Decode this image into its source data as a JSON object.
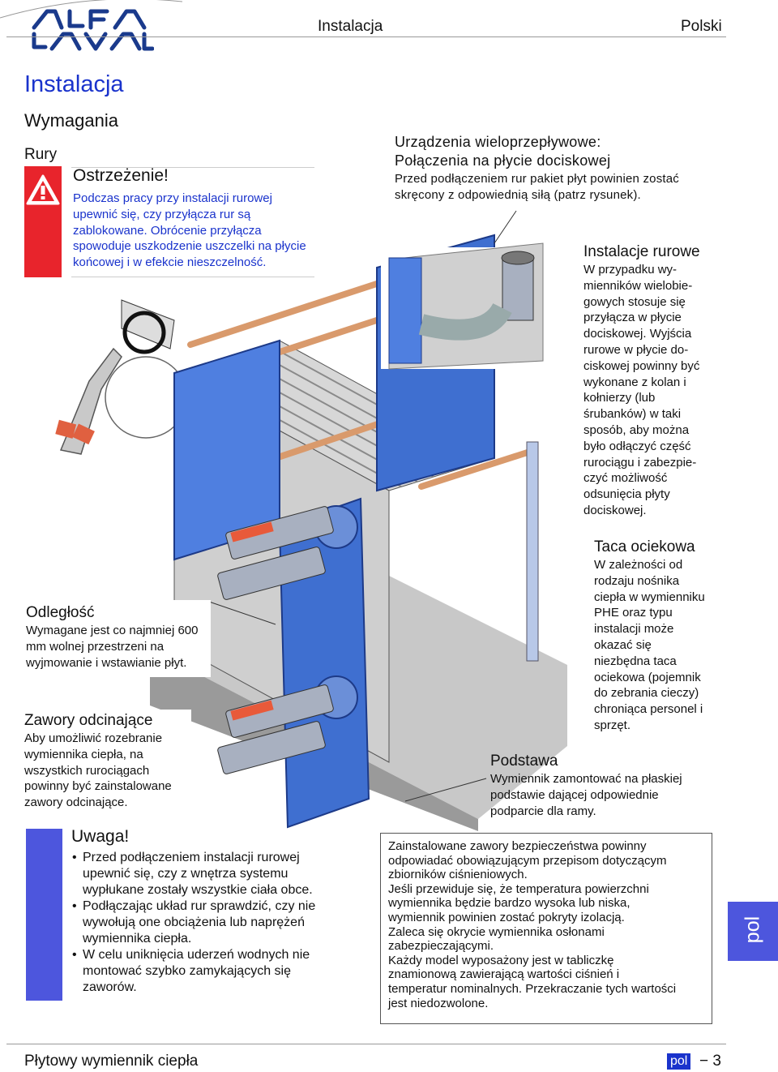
{
  "header": {
    "logo_text": "ALFA LAVAL",
    "section": "Instalacja",
    "language": "Polski"
  },
  "title": "Instalacja",
  "requirements": "Wymagania",
  "pipes_heading": "Rury",
  "warning": {
    "title": "Ostrzeżenie!",
    "text": "Podczas pracy przy instalacji rurowej upewnić się, czy przyłącza rur są zablokowane. Obrócenie przyłącza spowoduje uszkodzenie uszczelki na płycie końcowej i w efekcie nieszczelność."
  },
  "multipass": {
    "title1": "Urządzenia wieloprzepływowe:",
    "title2": "Połączenia na płycie dociskowej",
    "text": "Przed podłączeniem rur pakiet płyt powinien zostać skręcony z odpowiednią siłą (patrz rysunek)."
  },
  "piping": {
    "title": "Instalacje rurowe",
    "lines": [
      "W przypadku wy-",
      "mienników wielobie-",
      "gowych stosuje się",
      "przyłącza w płycie",
      "dociskowej. Wyjścia",
      "rurowe w płycie do-",
      "ciskowej powinny być",
      "wykonane z kolan i",
      "kołnierzy (lub",
      "śrubanków) w taki",
      "sposób, aby można",
      "było odłączyć część",
      "rurociągu i zabezpie-",
      "czyć możliwość",
      "odsunięcia płyty",
      "dociskowej."
    ]
  },
  "drip_tray": {
    "title": "Taca ociekowa",
    "lines": [
      "W zależności od",
      "rodzaju nośnika",
      "ciepła w wymienniku",
      "PHE oraz typu",
      "instalacji może",
      "okazać się",
      "niezbędna taca",
      "ociekowa (pojemnik",
      "do zebrania cieczy)",
      "chroniąca personel i",
      "sprzęt."
    ]
  },
  "distance": {
    "title": "Odległość",
    "text": "Wymagane jest co najmniej 600 mm wolnej przestrzeni na wyjmowanie i wstawianie płyt."
  },
  "valves": {
    "title": "Zawory odcinające",
    "text": "Aby umożliwić rozebranie wymiennika ciepła, na wszystkich rurociągach powinny być zainstalowane zawory odcinające."
  },
  "foundation": {
    "title": "Podstawa",
    "text": "Wymiennik zamontować na płaskiej podstawie dającej odpowiednie podparcie dla ramy."
  },
  "note": {
    "title": "Uwaga!",
    "items": [
      "Przed podłączeniem instalacji rurowej upewnić się, czy z wnętrza systemu wypłukane zostały wszystkie ciała obce.",
      "Podłączając układ rur sprawdzić, czy nie wywołują one obciążenia lub naprężeń wymiennika ciepła.",
      "W celu uniknięcia uderzeń wodnych nie montować szybko zamykających się zaworów."
    ]
  },
  "safety_box": {
    "lines": [
      "Zainstalowane zawory bezpieczeństwa powinny",
      "odpowiadać obowiązującym przepisom dotyczącym",
      "zbiorników ciśnieniowych.",
      "Jeśli przewiduje się, że temperatura powierzchni",
      "wymiennika będzie bardzo wysoka lub niska,",
      "wymiennik powinien zostać pokryty izolacją.",
      "Zaleca się okrycie wymiennika osłonami",
      "zabezpieczającymi.",
      "Każdy model wyposażony jest w tabliczkę",
      "znamionową zawierającą wartości ciśnień i",
      "temperatur nominalnych. Przekraczanie tych wartości",
      "jest niedozwolone."
    ]
  },
  "side_tab": "pol",
  "footer": {
    "title": "Płytowy wymiennik ciepła",
    "lang_badge": "pol",
    "page": "− 3"
  },
  "colors": {
    "heading_blue": "#1a33cc",
    "warning_red": "#e8242c",
    "note_blue": "#4d56dd",
    "frame_blue": "#3f6fd0"
  }
}
